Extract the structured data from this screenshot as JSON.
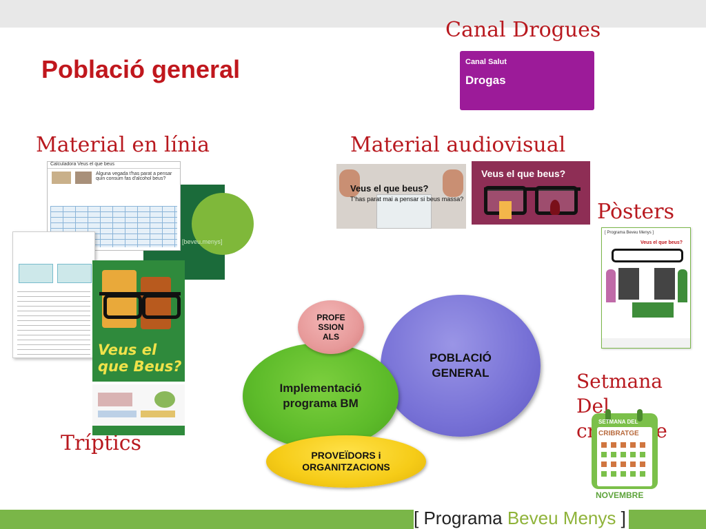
{
  "slide": {
    "title": "Població general"
  },
  "labels": {
    "canal_drogues": "Canal Drogues",
    "material_linia": "Material en línia",
    "material_audiovisual": "Material audiovisual",
    "posters": "Pòsters",
    "triptics": "Tríptics",
    "setmana": "Setmana\nDel cribratge"
  },
  "canal_tile": {
    "line1": "Canal Salut",
    "line2": "Drogas",
    "color": "#9c1b99"
  },
  "online_material": {
    "calc_header": "Calculadora Veus el que beus",
    "calc_question": "Alguna vegada t'has parat a pensar quin consum fas d'alcohol beus?",
    "green_doc_tag": "[beveu.menys]"
  },
  "triptic": {
    "caption": "Veus el que Beus?"
  },
  "audiovisual": {
    "video1_caption": "Veus el que beus?",
    "video1_subcaption": "T'has parat mai a pensar si beus massa?",
    "video2_caption": "Veus el que beus?"
  },
  "poster": {
    "header": "[ Programa Beveu Menys ]",
    "question": "Veus el que beus?"
  },
  "calendar": {
    "top": "SETMANA DEL",
    "middle": "CRIBRATGE",
    "bottom": "NOVEMBRE"
  },
  "diagram": {
    "professionals": "PROFE\nSSION\nALS",
    "implementacio": "Implementació\nprograma BM",
    "poblacio_general": "POBLACIÓ\nGENERAL",
    "proveidors": "PROVEÏDORS i\nORGANITZACIONS"
  },
  "footer": {
    "bracket_open": "[ ",
    "program_word": "Programa ",
    "beveu_menys": "Beveu Menys",
    "bracket_close": " ]"
  },
  "colors": {
    "title_red": "#c0171d",
    "footer_green": "#7ab648"
  }
}
